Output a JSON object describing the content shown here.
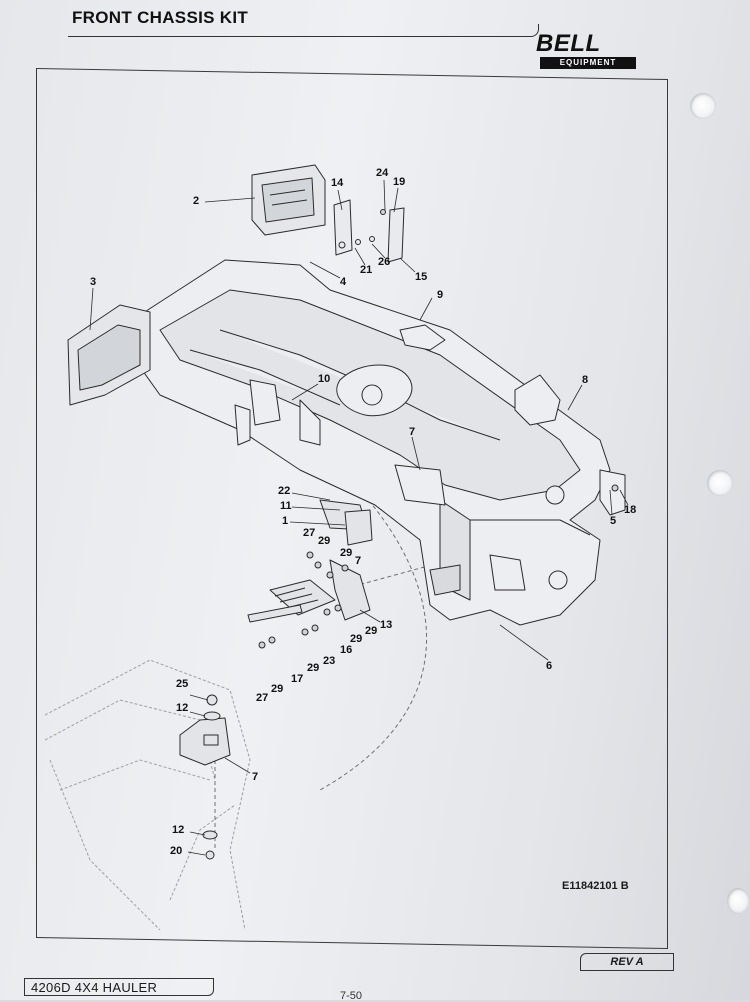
{
  "header": {
    "title": "FRONT CHASSIS KIT",
    "logo_brand": "BELL",
    "logo_sub": "EQUIPMENT"
  },
  "drawing": {
    "drawing_number": "E11842101 B",
    "callouts": [
      "2",
      "3",
      "14",
      "24",
      "19",
      "21",
      "26",
      "4",
      "15",
      "9",
      "10",
      "8",
      "7",
      "22",
      "11",
      "1",
      "27",
      "29",
      "29",
      "7",
      "5",
      "18",
      "13",
      "29",
      "29",
      "16",
      "23",
      "29",
      "17",
      "29",
      "27",
      "6",
      "25",
      "12",
      "7",
      "12",
      "20"
    ]
  },
  "footer": {
    "model": "4206D 4X4 HAULER",
    "revision": "REV A",
    "page": "7-50"
  }
}
